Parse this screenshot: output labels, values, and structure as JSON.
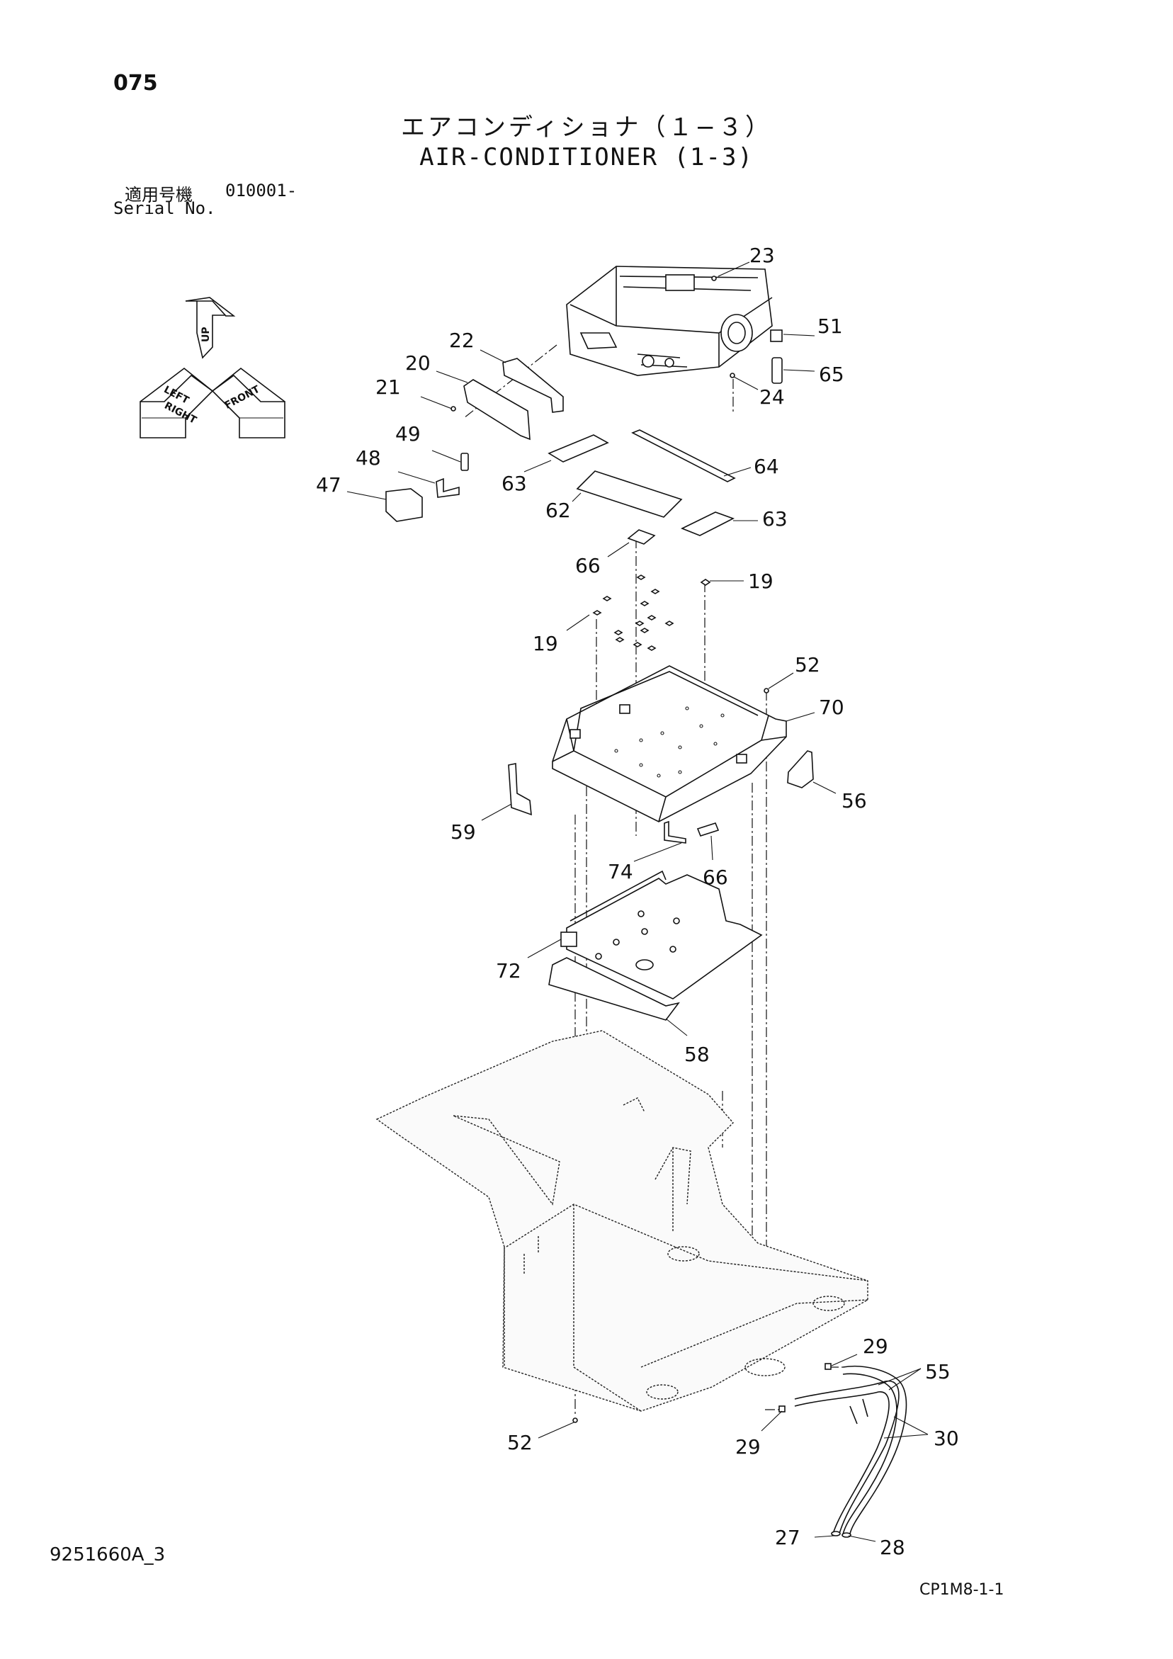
{
  "header": {
    "page_number": "075",
    "title_jp": "エアコンディショナ（１−３）",
    "title_en": "AIR-CONDITIONER (1-3)",
    "serial_label_jp": "適用号機",
    "serial_value": "010001-",
    "serial_label_en": "Serial No."
  },
  "orientation": {
    "up": "UP",
    "left": "LEFT",
    "right": "RIGHT",
    "front": "FRONT"
  },
  "callouts": {
    "c23": "23",
    "c51": "51",
    "c65": "65",
    "c24": "24",
    "c22": "22",
    "c20": "20",
    "c21": "21",
    "c49": "49",
    "c48": "48",
    "c47": "47",
    "c64": "64",
    "c63a": "63",
    "c62": "62",
    "c63b": "63",
    "c66a": "66",
    "c19a": "19",
    "c19b": "19",
    "c52a": "52",
    "c70": "70",
    "c59": "59",
    "c56": "56",
    "c74": "74",
    "c66b": "66",
    "c72": "72",
    "c58": "58",
    "c29a": "29",
    "c55": "55",
    "c30": "30",
    "c29b": "29",
    "c52b": "52",
    "c27": "27",
    "c28": "28"
  },
  "footer": {
    "doc_id": "9251660A_3",
    "page_code": "CP1M8-1-1"
  }
}
